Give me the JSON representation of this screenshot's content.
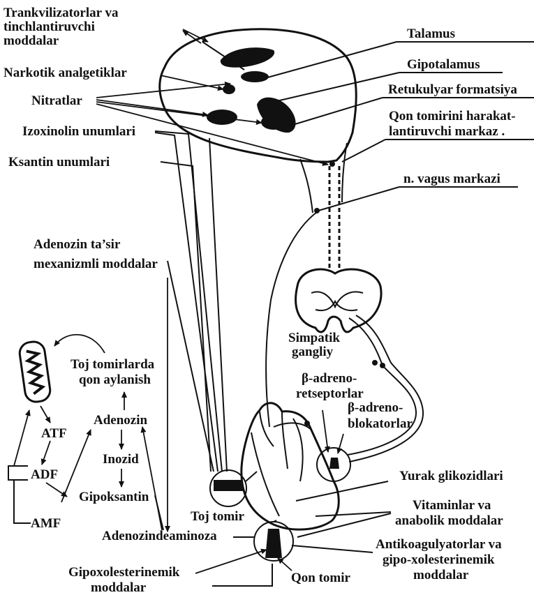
{
  "colors": {
    "ink": "#111111",
    "paper": "#ffffff"
  },
  "labels": {
    "trankvilizatorlar": [
      "Trankvilizatorlar va",
      "tinchlantiruvchi",
      "moddalar"
    ],
    "narkotik": "Narkotik analgetiklar",
    "nitratlar": "Nitratlar",
    "izoxinolin": "Izoxinolin unumlari",
    "ksantin": "Ksantin unumlari",
    "adenozin_mex": [
      "Adenozin ta’sir",
      "mexanizmli moddalar"
    ],
    "talamus": "Talamus",
    "gipotalamus": "Gipotalamus",
    "retikulyar": "Retukulyar formatsiya",
    "qon_markaz": [
      "Qon tomirini harakat-",
      "lantiruvchi markaz ."
    ],
    "vagus": "n. vagus markazi",
    "simpatik": [
      "Simpatik",
      "gangliy"
    ],
    "beta_res": [
      "β-adreno-",
      "retseptorlar"
    ],
    "beta_blok": [
      "β-adreno-",
      "blokatorlar"
    ],
    "yurak": "Yurak glikozidlari",
    "vitaminlar": [
      "Vitaminlar va",
      "anabolik moddalar"
    ],
    "antikoag": [
      "Antikoagulyatorlar va",
      "gipo-xolesterinemik",
      "moddalar"
    ],
    "toj_qon": [
      "Toj tomirlarda",
      "qon aylanish"
    ],
    "adenozin": "Adenozin",
    "inozid": "Inozid",
    "gipoksantin": "Gipoksantin",
    "atf": "ATF",
    "adf": "ADF",
    "amf": "AMF",
    "toj_tomir": "Toj tomir",
    "deaminoza": "Adenozindeaminoza",
    "gipoxol": [
      "Gipoxolesterinemik",
      "moddalar"
    ],
    "qon_tomir": "Qon tomir"
  }
}
